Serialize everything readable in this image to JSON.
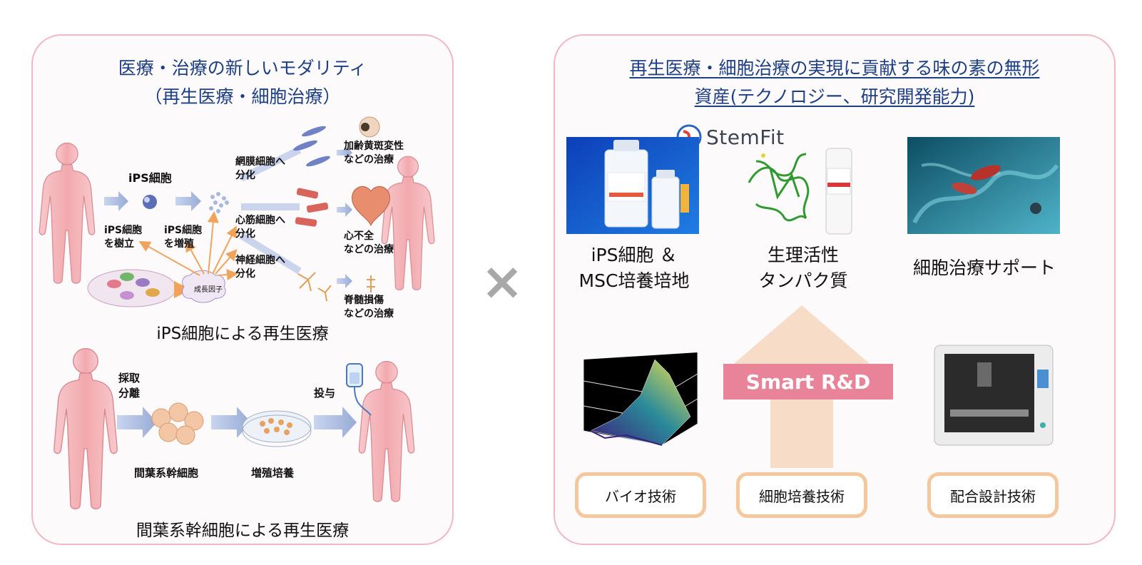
{
  "left": {
    "title_line1": "医療・治療の新しいモダリティ",
    "title_line2": "（再生医療・細胞治療）",
    "ips": {
      "ips_label": "iPS細胞",
      "establish": [
        "iPS細胞",
        "を樹立"
      ],
      "proliferate": [
        "iPS細胞",
        "を増殖"
      ],
      "growth_factor": "成長因子",
      "retina": [
        "網膜細胞へ",
        "分化"
      ],
      "heart": [
        "心筋細胞へ",
        "分化"
      ],
      "nerve": [
        "神経細胞へ",
        "分化"
      ],
      "amd": [
        "加齢黄斑変性",
        "などの治療"
      ],
      "hf": [
        "心不全",
        "などの治療"
      ],
      "sci": [
        "脊髄損傷",
        "などの治療"
      ],
      "caption": "iPS細胞による再生医療"
    },
    "msc": {
      "harvest": [
        "採取",
        "分離"
      ],
      "administer": "投与",
      "msc_label": "間葉系幹細胞",
      "culture_label": "増殖培養",
      "caption": "間葉系幹細胞による再生医療"
    }
  },
  "times_sign": "×",
  "right": {
    "title_line1": "再生医療・細胞治療の実現に貢献する味の素の無形",
    "title_line2": "資産(テクノロジー、研究開発能力)",
    "stemfit_logo": "StemFit",
    "products": [
      {
        "line1": "iPS細胞 ＆",
        "line2": "MSC培養培地"
      },
      {
        "line1": "生理活性",
        "line2": "タンパク質"
      },
      {
        "line1": "細胞治療サポート",
        "line2": ""
      }
    ],
    "arrow_label": "Smart R&D",
    "techs": [
      "バイオ技術",
      "細胞培養技術",
      "配合設計技術"
    ]
  },
  "colors": {
    "panel_border": "#f1b8c4",
    "title_blue": "#1d3f86",
    "smart_rd_bg": "#e9839a",
    "arrow_fill": "#f7dcc7",
    "tech_border": "#f4c79c",
    "body_fill": "#f2b7bb",
    "orange_arrow": "#f1a35b"
  }
}
